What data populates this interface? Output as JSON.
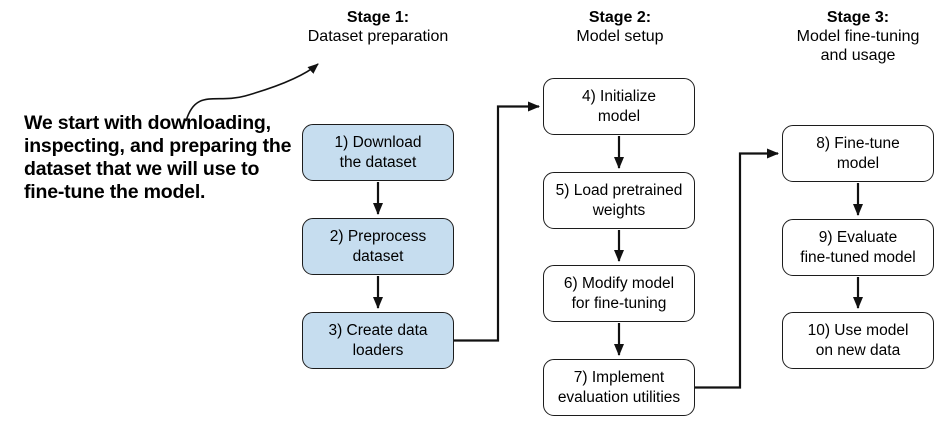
{
  "colors": {
    "node_fill": "#c6ddef",
    "node_stroke": "#1c1c1c",
    "connector": "#111111",
    "text": "#000000"
  },
  "annotation": {
    "text": "We start with downloading,\ninspecting, and preparing the\ndataset that we will use to\nfine-tune the model."
  },
  "stages": [
    {
      "header": {
        "title": "Stage 1:",
        "subtitle": "Dataset preparation"
      },
      "boxes": [
        {
          "label": "1) Download\nthe dataset",
          "filled": true
        },
        {
          "label": "2) Preprocess\ndataset",
          "filled": true
        },
        {
          "label": "3) Create data\nloaders",
          "filled": true
        }
      ]
    },
    {
      "header": {
        "title": "Stage 2:",
        "subtitle": "Model setup"
      },
      "boxes": [
        {
          "label": "4) Initialize\nmodel",
          "filled": false
        },
        {
          "label": "5) Load pretrained\nweights",
          "filled": false
        },
        {
          "label": "6) Modify model\nfor fine-tuning",
          "filled": false
        },
        {
          "label": "7) Implement\nevaluation utilities",
          "filled": false
        }
      ]
    },
    {
      "header": {
        "title": "Stage 3:",
        "subtitle": "Model fine-tuning\nand usage"
      },
      "boxes": [
        {
          "label": "8) Fine-tune\nmodel",
          "filled": false
        },
        {
          "label": "9) Evaluate\nfine-tuned model",
          "filled": false
        },
        {
          "label": "10) Use model\non new data",
          "filled": false
        }
      ]
    }
  ]
}
